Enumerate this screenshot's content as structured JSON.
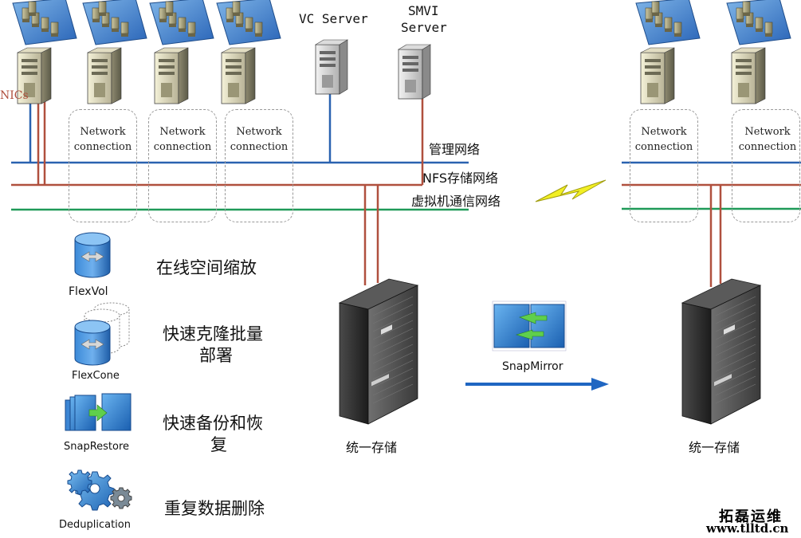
{
  "servers": {
    "vc_label": "VC Server",
    "smvi_label_line1": "SMVI",
    "smvi_label_line2": "Server",
    "nics_label": "NICs"
  },
  "network_connection": {
    "line1": "Network",
    "line2": "connection"
  },
  "networks": {
    "management": "管理网络",
    "nfs_storage": "NFS存储网络",
    "vm_comm": "虚拟机通信网络"
  },
  "features": [
    {
      "name": "FlexVol",
      "desc_line1": "在线空间缩放",
      "desc_line2": ""
    },
    {
      "name": "FlexCone",
      "desc_line1": "快速克隆批量",
      "desc_line2": "部署"
    },
    {
      "name": "SnapRestore",
      "desc_line1": "快速备份和恢",
      "desc_line2": "复"
    },
    {
      "name": "Deduplication",
      "desc_line1": "重复数据删除",
      "desc_line2": ""
    }
  ],
  "storage": {
    "left_label": "统一存储",
    "right_label": "统一存储",
    "snapmirror_label": "SnapMirror"
  },
  "watermark": {
    "line1": "拓磊运维",
    "line2": "www.tlltd.cn"
  },
  "colors": {
    "management_line": "#2a62b0",
    "nfs_line": "#b0503e",
    "vm_line": "#1f9a58",
    "wan_bolt": "#f2ef24",
    "arrow": "#1f66c2"
  }
}
